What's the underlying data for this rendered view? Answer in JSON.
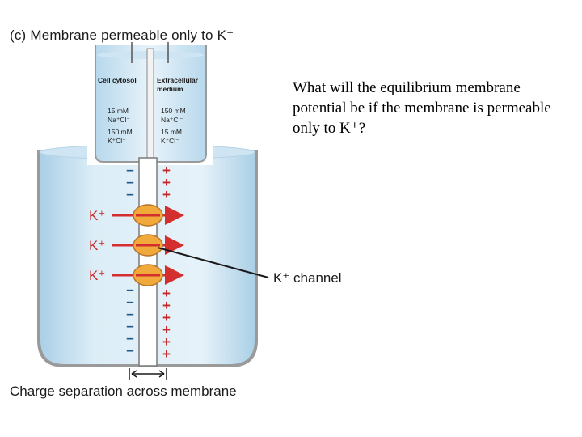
{
  "title": "(c)  Membrane permeable only to K⁺",
  "question": "What will the equilibrium membrane potential be if the membrane is permeable only to K⁺?",
  "caption": "Charge separation across membrane",
  "beaker_label": {
    "left_heading": [
      "Cell cytosol"
    ],
    "right_heading": [
      "Extracellular",
      "medium"
    ],
    "left_conc": [
      "15 mM",
      "Na⁺Cl⁻",
      "150 mM",
      "K⁺Cl⁻"
    ],
    "right_conc": [
      "150 mM",
      "Na⁺Cl⁻",
      "15 mM",
      "K⁺Cl⁻"
    ]
  },
  "ions": [
    "K⁺",
    "K⁺",
    "K⁺"
  ],
  "channel_label": "K⁺ channel",
  "signs": {
    "negative": "–",
    "positive": "+"
  },
  "colors": {
    "water": "#d8ebf6",
    "channel": "#f2a93b",
    "arrow": "#d32f2f",
    "sign_red": "#c62828",
    "sign_blue": "#1f5a8a"
  }
}
